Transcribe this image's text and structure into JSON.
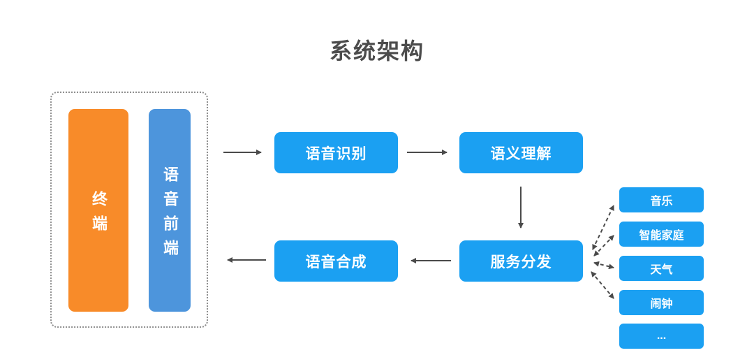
{
  "title": "系统架构",
  "colors": {
    "node_blue": "#1ba0f2",
    "terminal_orange": "#f88b29",
    "frontend_blue": "#4d95dc",
    "arrow_gray": "#4a4a4a",
    "title_gray": "#4c4c4c"
  },
  "terminal_group": {
    "bars": [
      {
        "label": "终端"
      },
      {
        "label": "语音前端"
      }
    ]
  },
  "flow": {
    "asr": "语音识别",
    "nlu": "语义理解",
    "tts": "语音合成",
    "dispatch": "服务分发"
  },
  "services": [
    {
      "label": "音乐"
    },
    {
      "label": "智能家庭"
    },
    {
      "label": "天气"
    },
    {
      "label": "闹钟"
    },
    {
      "label": "..."
    }
  ]
}
